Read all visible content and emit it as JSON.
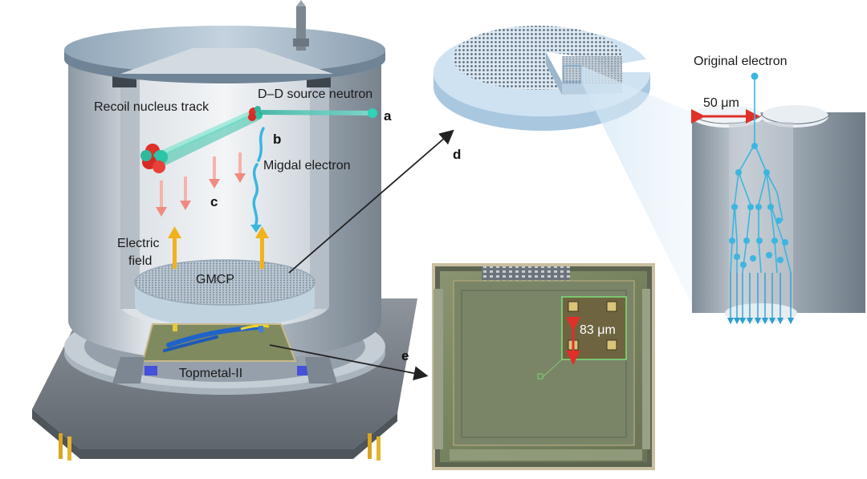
{
  "labels": {
    "recoil_track": "Recoil nucleus track",
    "dd_neutron": "D–D source neutron",
    "migdal_electron": "Migdal electron",
    "electric_field_1": "Electric",
    "electric_field_2": "field",
    "gmcp": "GMCP",
    "topmetal": "Topmetal-II",
    "original_electron": "Original electron",
    "pitch_50": "50 μm",
    "pixel_83": "83 μm"
  },
  "panel_letters": {
    "a": "a",
    "b": "b",
    "c": "c",
    "d": "d",
    "e": "e"
  },
  "colors": {
    "metal": "#b9c3cc",
    "gmcp_disk": "#c9dff0",
    "neutron": "#2fd3b8",
    "nucleus_red": "#e0302a",
    "electron": "#3bb6e0",
    "field_arrow": "#f2b21a",
    "recoil_arrow": "#f08a80",
    "measure_arrow": "#e0302a",
    "chip_green": "#7d8a66"
  }
}
